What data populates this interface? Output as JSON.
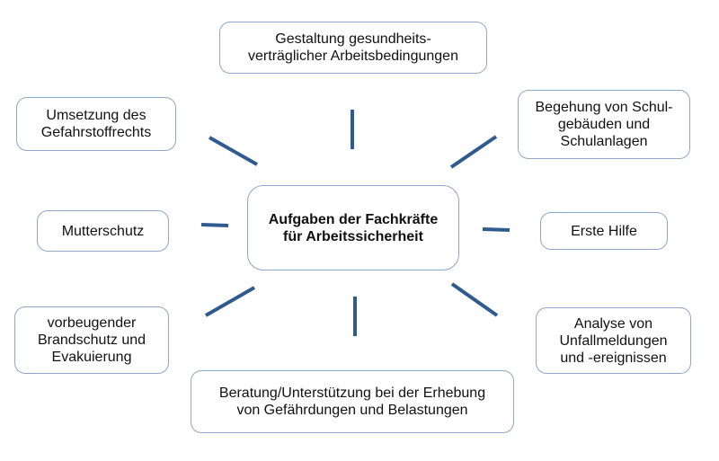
{
  "diagram": {
    "center": {
      "label": "Aufgaben der Fachkräfte\nfür Arbeitssicherheit"
    },
    "topics": [
      {
        "id": "arbeitsbedingungen",
        "label": "Gestaltung gesundheits-\nverträglicher Arbeitsbedingungen"
      },
      {
        "id": "begehung",
        "label": "Begehung von Schul-\ngebäuden und\nSchulanlagen"
      },
      {
        "id": "erste-hilfe",
        "label": "Erste Hilfe"
      },
      {
        "id": "unfallanalyse",
        "label": "Analyse von\nUnfallmeldungen\nund -ereignissen"
      },
      {
        "id": "beratung",
        "label": "Beratung/Unterstützung bei der Erhebung\nvon Gefährdungen und Belastungen"
      },
      {
        "id": "brandschutz",
        "label": "vorbeugender\nBrandschutz und\nEvakuierung"
      },
      {
        "id": "mutterschutz",
        "label": "Mutterschutz"
      },
      {
        "id": "gefahrstoffrecht",
        "label": "Umsetzung des\nGefahrstoffrechts"
      }
    ],
    "colors": {
      "connector": "#2f5b8f",
      "box_border": "#8fa6c4",
      "text": "#111111"
    }
  }
}
